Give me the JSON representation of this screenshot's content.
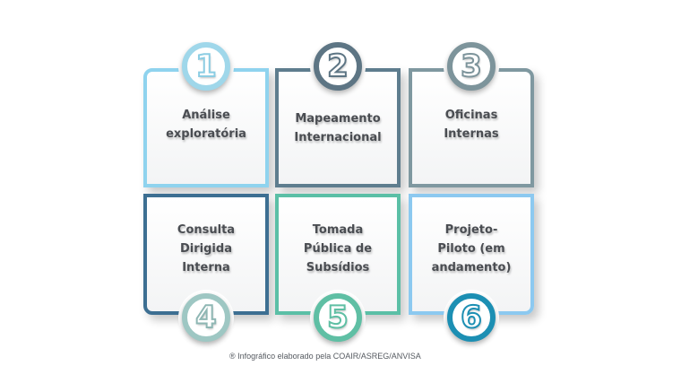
{
  "steps": [
    {
      "number": "1",
      "label": "Análise exploratória"
    },
    {
      "number": "2",
      "label": "Mapeamento Internacional"
    },
    {
      "number": "3",
      "label": "Oficinas Internas"
    },
    {
      "number": "4",
      "label": "Consulta Dirigida Interna"
    },
    {
      "number": "5",
      "label": "Tomada Pública de Subsídios"
    },
    {
      "number": "6",
      "label": "Projeto-Piloto (em andamento)"
    }
  ],
  "colors": {
    "step1": "#8fd3ee",
    "step2": "#5e7d8e",
    "step3": "#7f98a0",
    "step4": "#3d6f92",
    "step5": "#5bbfa6",
    "step6": "#8cc9f0"
  },
  "footnote": "® Infográfico elaborado pela COAIR/ASREG/ANVISA"
}
